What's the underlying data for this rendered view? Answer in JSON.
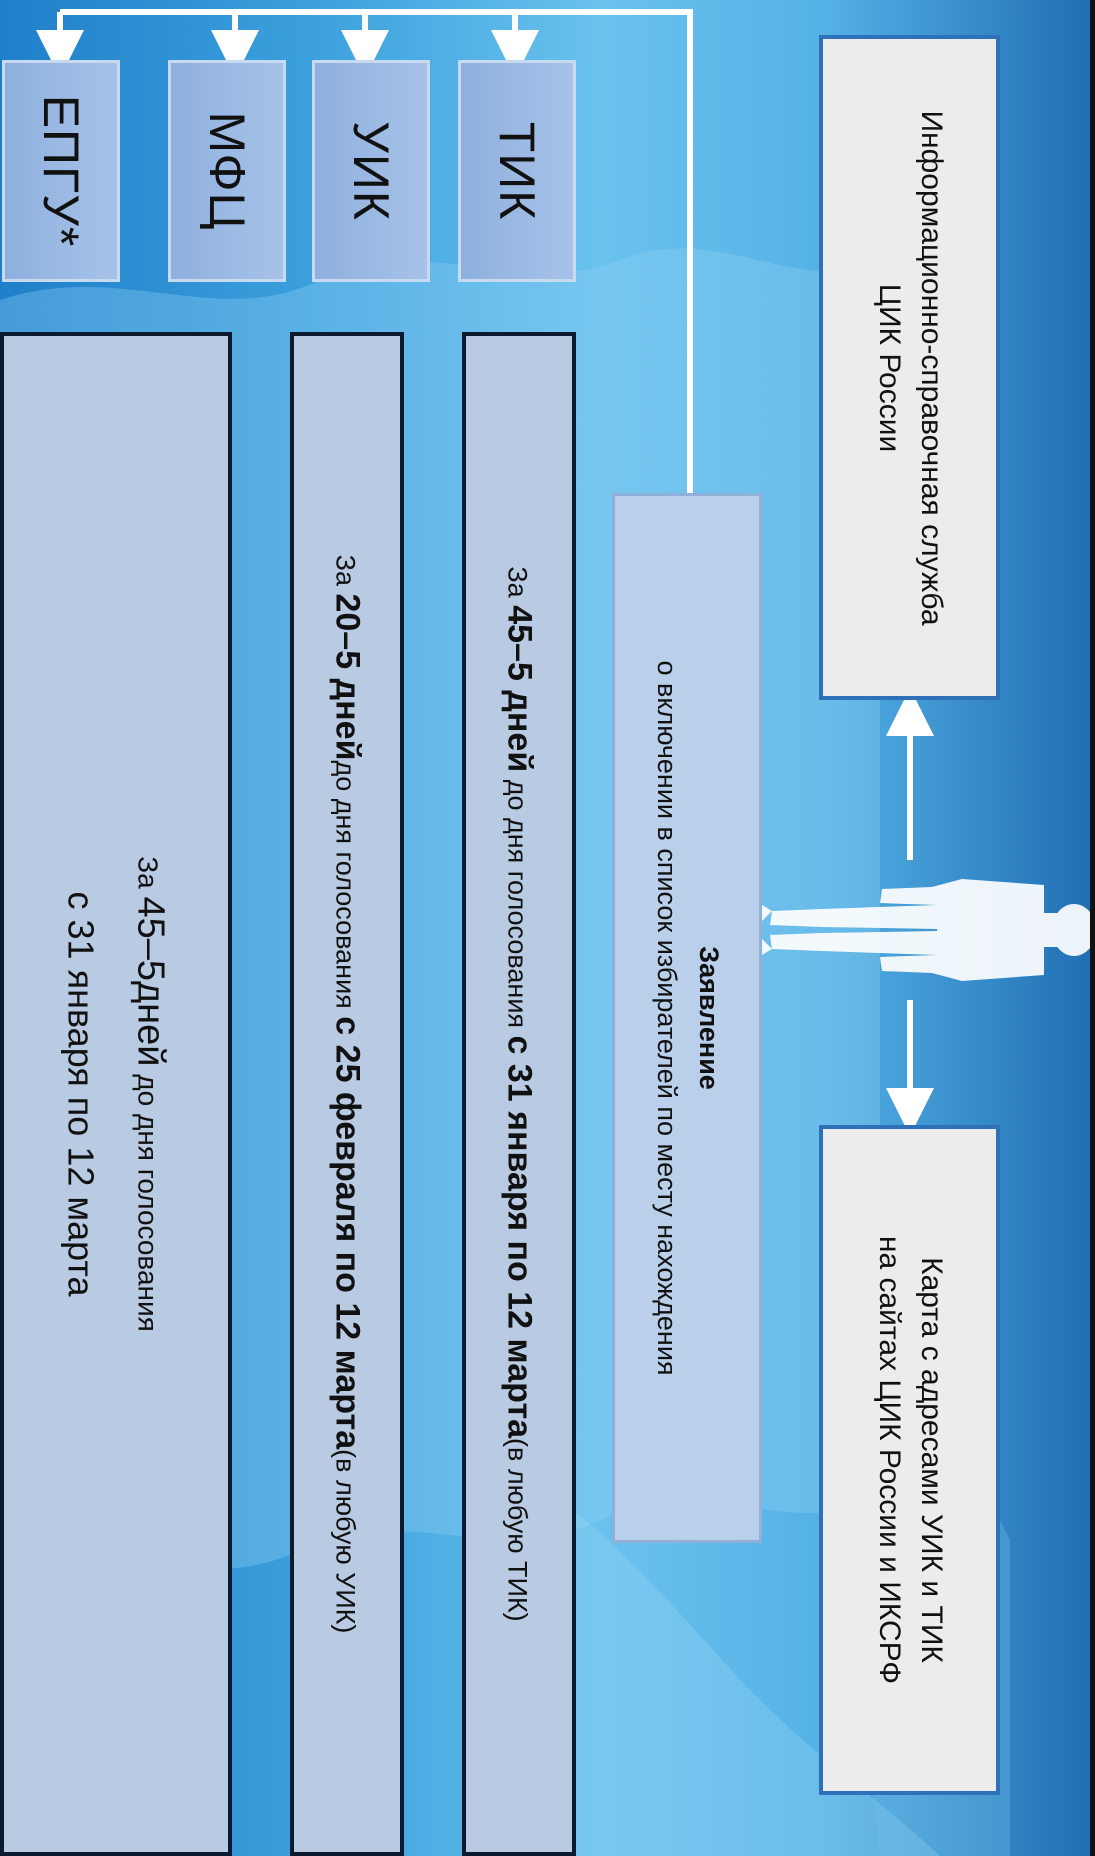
{
  "tabs": {
    "tik": "ТИК",
    "uik": "УИК",
    "mfc": "МФЦ",
    "epgu": "ЕПГУ*"
  },
  "info_service": {
    "line1": "Информационно-справочная служба",
    "line2": "ЦИК России"
  },
  "map_box": {
    "line1": "Карта с адресами УИК и ТИК",
    "line2": "на сайтах  ЦИК России и ИКСРФ"
  },
  "application": {
    "title": "Заявление",
    "subtitle": "о включении в список избирателей по месту нахождения"
  },
  "tik_deadline": {
    "prefix": "За",
    "days": "45–5 дней",
    "middle": " до дня голосования ",
    "period": "с 31 января по 12 марта",
    "suffix": "(в любую ТИК)"
  },
  "uik_deadline": {
    "prefix": "За",
    "days": "20–5 дней",
    "middle": "до дня голосования ",
    "period": "с 25 февраля по 12 марта",
    "suffix": "(в любую УИК)"
  },
  "mfc_deadline": {
    "prefix": "За",
    "days": "45–5дней",
    "middle": " до дня голосования",
    "period": "с 31 января по 12 марта"
  },
  "colors": {
    "tab_fill": "#9ab8e2",
    "deadline_fill": "#b9cbe3",
    "info_fill": "#ececec",
    "info_border": "#2f71b8",
    "application_fill": "#b9cfea",
    "connector": "#ffffff"
  },
  "icons": {
    "person": "person-silhouette-icon"
  }
}
